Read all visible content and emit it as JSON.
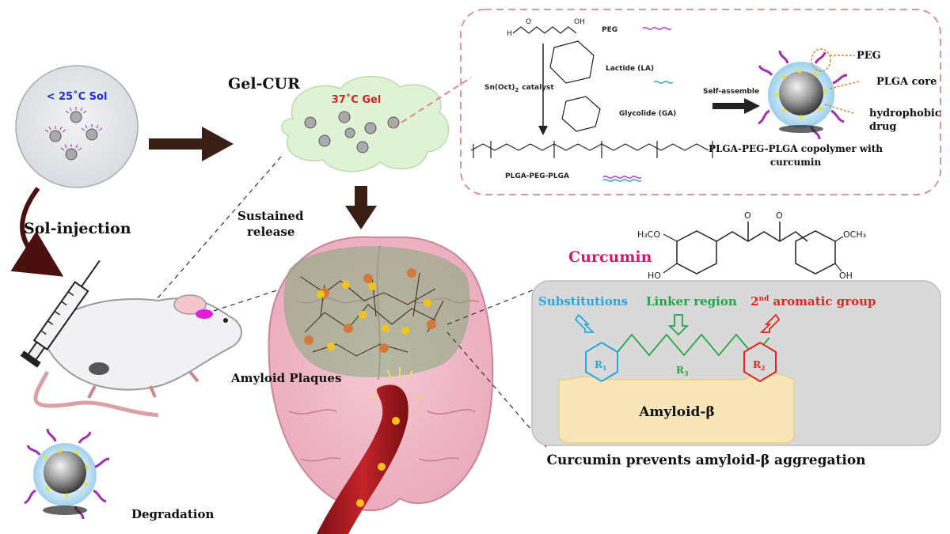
{
  "sol_state": {
    "label": "< 25˚C Sol"
  },
  "gel_cur": {
    "title": "Gel-CUR",
    "gel_label": "37˚C Gel"
  },
  "labels": {
    "sol_injection": "Sol-injection",
    "sustained_release_1": "Sustained",
    "sustained_release_2": "release",
    "amyloid_plaques": "Amyloid Plaques",
    "degradation": "Degradation"
  },
  "synthesis": {
    "peg": "PEG",
    "lactide": "Lactide (LA)",
    "glycolide": "Glycolide (GA)",
    "catalyst": "Sn(Oct)",
    "catalyst_sub": "2",
    "catalyst_word": "catalyst",
    "copolymer": "PLGA-PEG-PLGA",
    "self_assemble": "Self-assemble",
    "nano_peg": "PEG",
    "nano_core": "PLGA core",
    "nano_drug_1": "hydrophobic",
    "nano_drug_2": "drug",
    "nano_caption_1": "PLGA-PEG-PLGA copolymer with",
    "nano_caption_2": "curcumin"
  },
  "curcumin": {
    "title": "Curcumin",
    "h3co": "H₃CO",
    "och3": "OCH₃",
    "ho": "HO",
    "oh": "OH",
    "o": "O",
    "substitutions": "Substitutions",
    "linker": "Linker region",
    "aromatic_sup": "nd",
    "aromatic_num": "2",
    "aromatic_rest": " aromatic group",
    "r1": "R",
    "r1_sub": "1",
    "r2": "R",
    "r2_sub": "2",
    "r3": "R",
    "r3_sub": "3",
    "amyloid": "Amyloid-β",
    "caption": "Curcumin prevents amyloid-β aggregation"
  },
  "colors": {
    "arrow": "#3a1f14",
    "sol_label": "#1a2fcf",
    "gel_label": "#d42222",
    "curcumin": "#d4186e",
    "substitutions": "#29a7df",
    "linker": "#22a84a",
    "aromatic": "#e0261f",
    "dashed_box": "#d98a8a",
    "peg": "#b43cc8",
    "lactide": "#2aa6b8"
  }
}
